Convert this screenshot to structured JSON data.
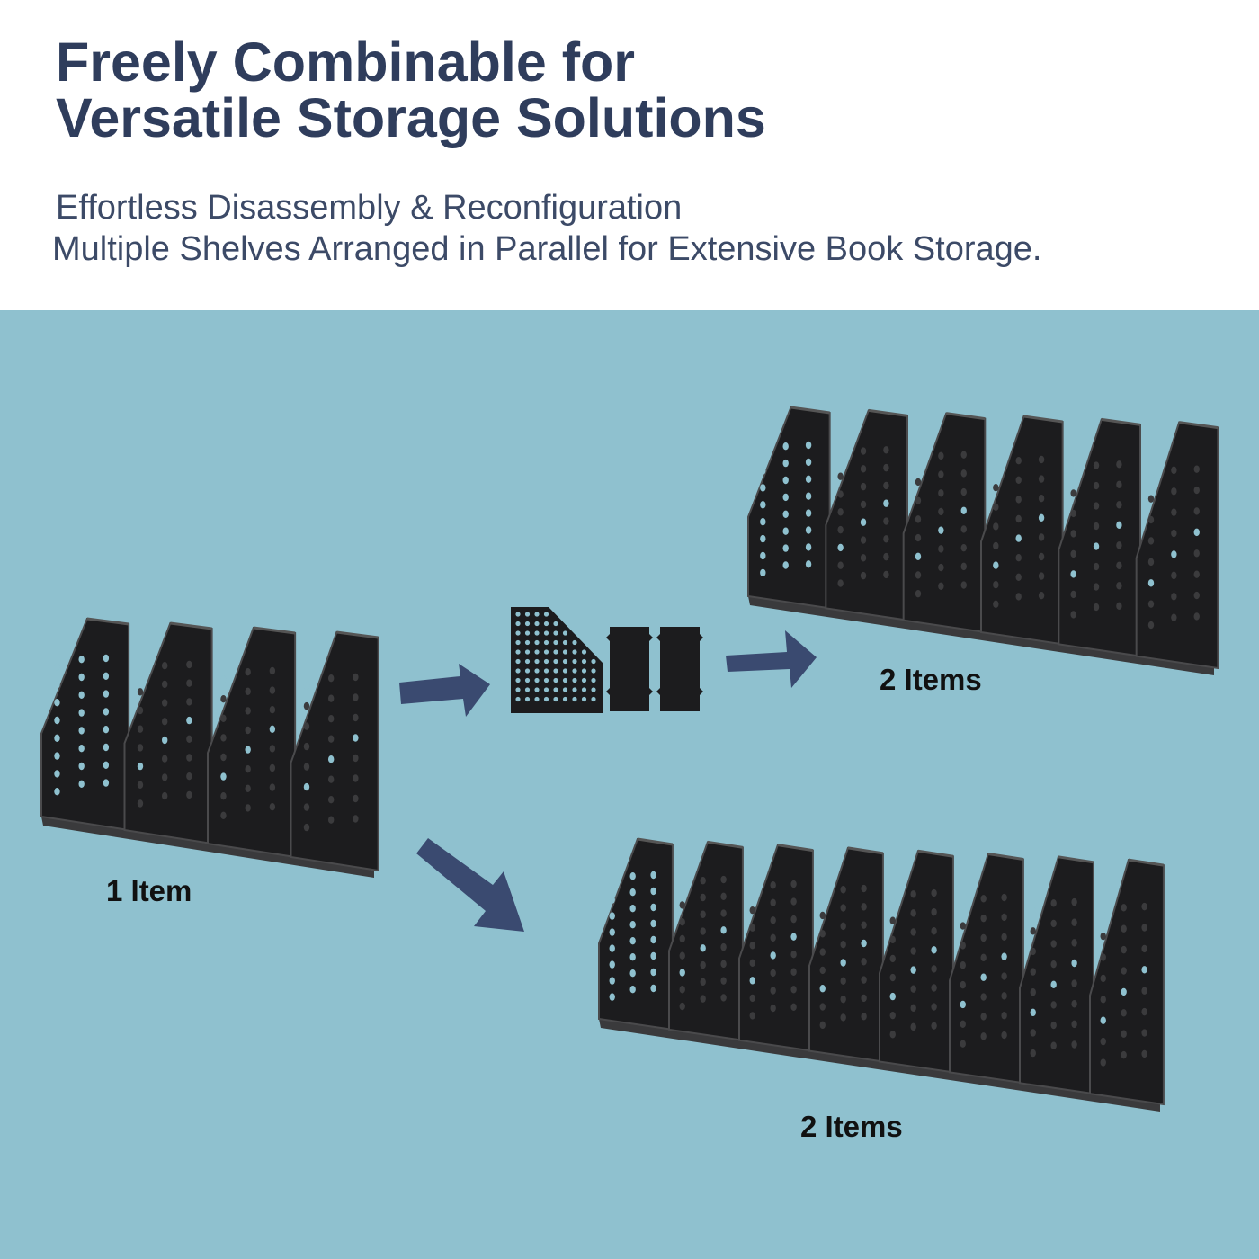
{
  "header": {
    "title_line1": "Freely Combinable for",
    "title_line2": "Versatile Storage Solutions",
    "subtitle_line1": "Effortless Disassembly & Reconfiguration",
    "subtitle_line2": "Multiple Shelves Arranged in Parallel for Extensive Book Storage."
  },
  "scene": {
    "background_color": "#8fc1cf",
    "arrow_color": "#3a4a70",
    "organizer_color": "#1c1c1e",
    "single_caption": "1 Item",
    "top_caption": "2 Items",
    "bottom_caption": "2 Items",
    "single_compartments": 4,
    "top_compartments": 6,
    "bottom_compartments": 8
  }
}
